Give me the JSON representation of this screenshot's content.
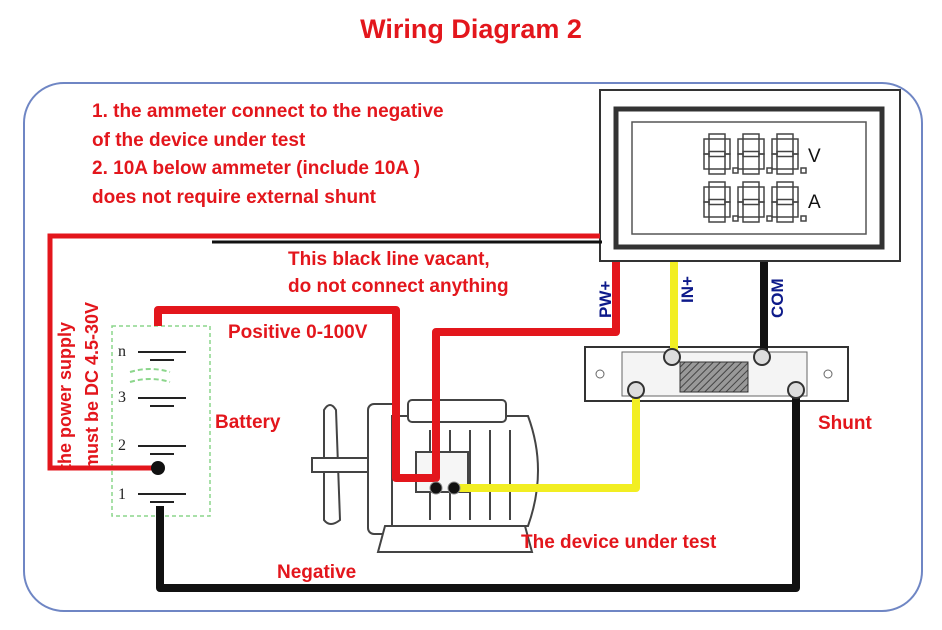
{
  "title": "Wiring Diagram 2",
  "note_lines": [
    "1. the ammeter connect to the negative",
    "of the device under test",
    "2. 10A below ammeter (include 10A )",
    "does not require external shunt"
  ],
  "vacant_lines": [
    "This black line vacant,",
    "do not connect anything"
  ],
  "positive_label": "Positive 0-100V",
  "battery_label": "Battery",
  "shunt_label": "Shunt",
  "device_label": "The device under test",
  "negative_label": "Negative",
  "supply_lines": [
    "the power supply",
    "must be DC 4.5-30V"
  ],
  "terminal_labels": {
    "pw": "PW+",
    "in": "IN+",
    "com": "COM"
  },
  "meter": {
    "unit_top": "V",
    "unit_bottom": "A",
    "digit_glyph": "8.8.8."
  },
  "battery_cells": [
    "n",
    "3",
    "2",
    "1"
  ],
  "colors": {
    "red_text": "#e3161c",
    "blue_text": "#0d1a8a",
    "red_wire": "#e3161c",
    "yellow_wire": "#f2ee22",
    "black_wire": "#111111",
    "frame": "#6f86c4"
  }
}
